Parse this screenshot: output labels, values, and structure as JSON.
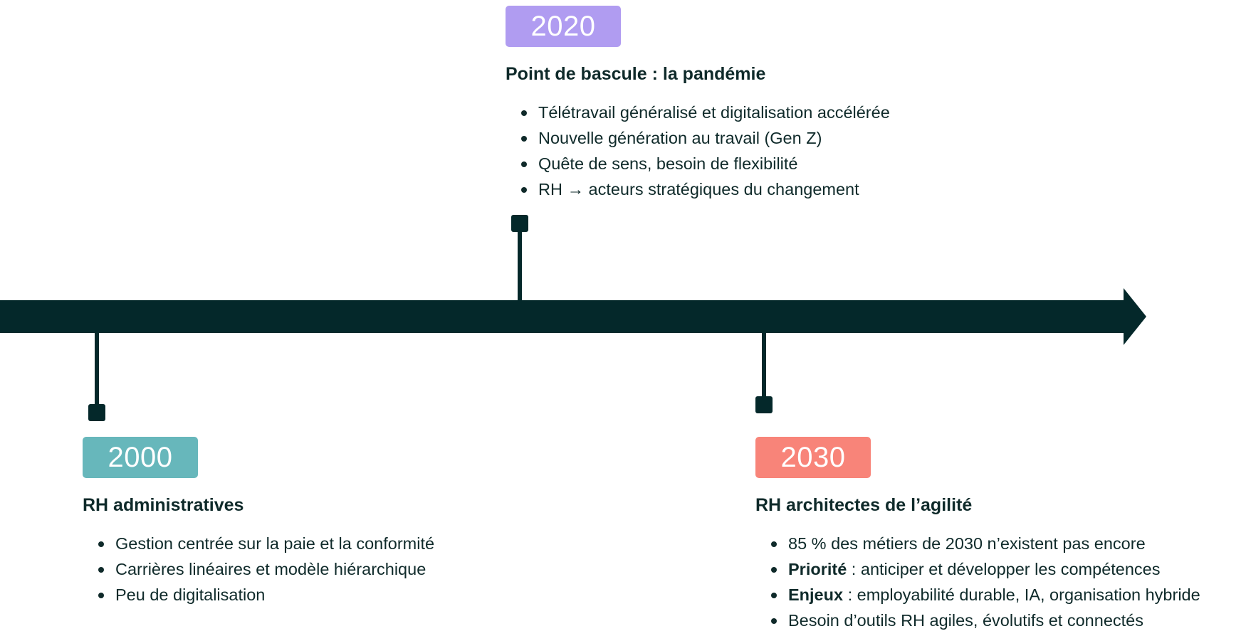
{
  "colors": {
    "timeline": "#04282a",
    "badge_2000": "#67b7bb",
    "badge_2020": "#b09cf1",
    "badge_2030": "#f88479",
    "text": "#0f2a2a"
  },
  "events": {
    "e2000": {
      "year": "2000",
      "title": "RH administratives",
      "items": [
        {
          "text": "Gestion centrée sur la paie et la conformité"
        },
        {
          "text": "Carrières linéaires et modèle hiérarchique"
        },
        {
          "text": "Peu de digitalisation"
        }
      ]
    },
    "e2020": {
      "year": "2020",
      "title": "Point de bascule : la pandémie",
      "items": [
        {
          "text": "Télétravail généralisé et digitalisation accélérée"
        },
        {
          "text": "Nouvelle génération au travail (Gen Z)"
        },
        {
          "text": "Quête de sens, besoin de flexibilité"
        },
        {
          "text": "RH → acteurs stratégiques du changement"
        }
      ]
    },
    "e2030": {
      "year": "2030",
      "title": "RH architectes de l’agilité",
      "items": [
        {
          "lead": "",
          "text": "85 % des métiers de 2030 n’existent pas encore"
        },
        {
          "lead": "Priorité",
          "text": " : anticiper et développer les compétences"
        },
        {
          "lead": "Enjeux",
          "text": " : employabilité durable, IA, organisation hybride"
        },
        {
          "lead": "",
          "text": "Besoin d’outils RH agiles, évolutifs et connectés"
        }
      ]
    }
  }
}
